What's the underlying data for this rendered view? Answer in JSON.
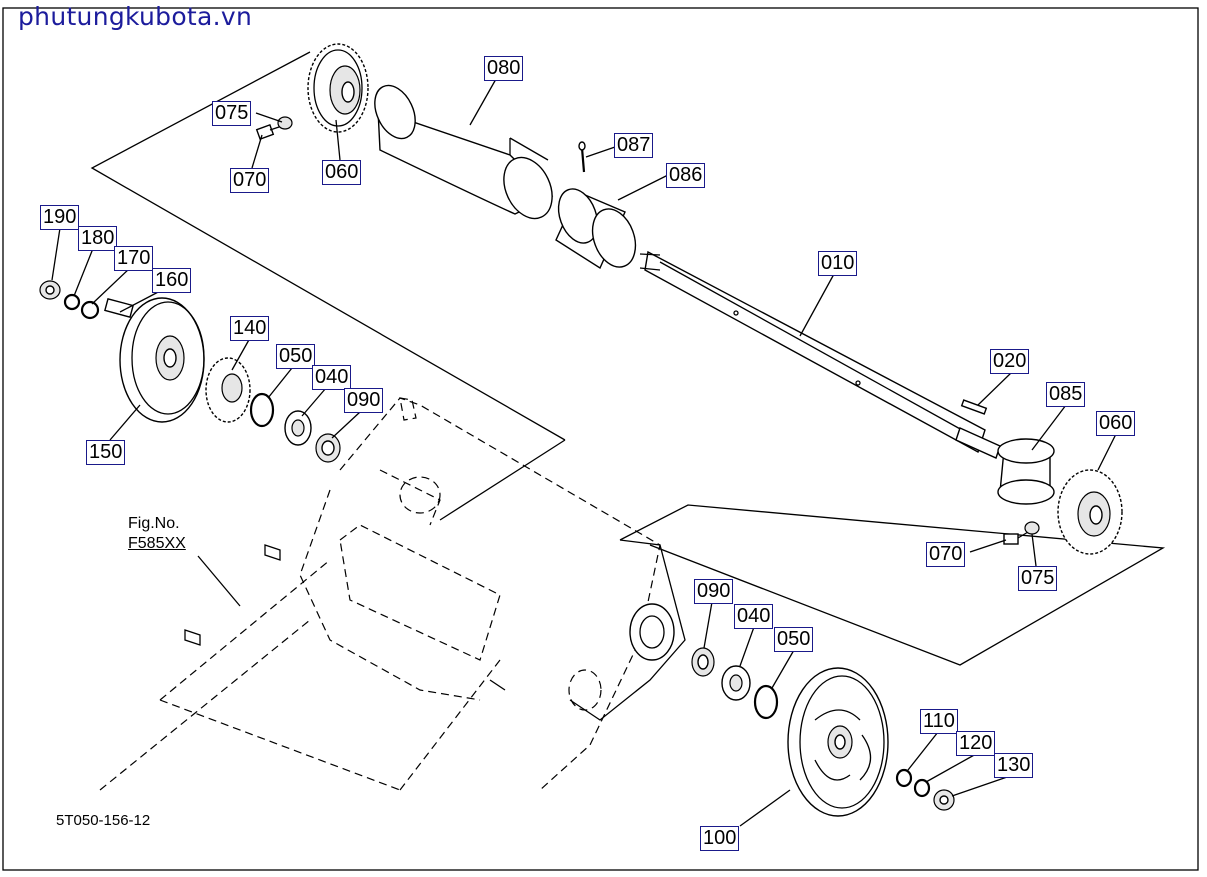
{
  "watermark": "phutungkubota.vn",
  "figure_reference": {
    "line1": "Fig.No.",
    "line2": "F585XX"
  },
  "drawing_code": "5T050-156-12",
  "callouts": {
    "c080": "080",
    "c075a": "075",
    "c070a": "070",
    "c060a": "060",
    "c087": "087",
    "c086": "086",
    "c010": "010",
    "c190": "190",
    "c180": "180",
    "c170": "170",
    "c160": "160",
    "c140": "140",
    "c050a": "050",
    "c040a": "040",
    "c090a": "090",
    "c150": "150",
    "c020": "020",
    "c085": "085",
    "c060b": "060",
    "c070b": "070",
    "c075b": "075",
    "c090b": "090",
    "c040b": "040",
    "c050b": "050",
    "c110": "110",
    "c120": "120",
    "c130": "130",
    "c100": "100"
  },
  "colors": {
    "watermark": "#1c1c9c",
    "callout_border": "#1a1a8a",
    "line": "#000000"
  }
}
